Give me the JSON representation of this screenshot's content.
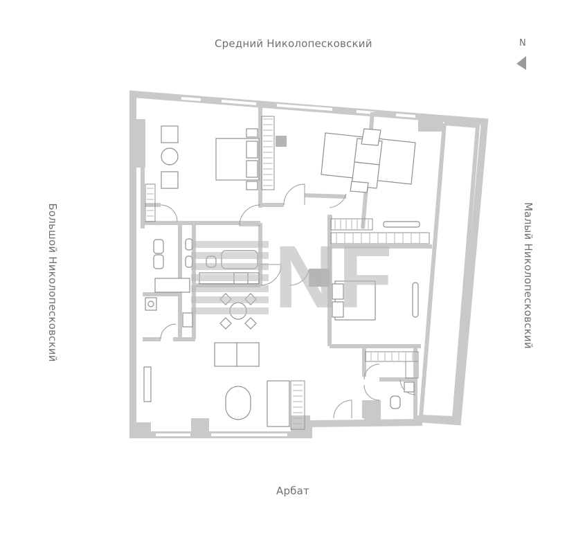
{
  "streets": {
    "top": "Средний Николопесковский",
    "bottom": "Арбат",
    "left": "Большой Николопесковский",
    "right": "Малый Николопесковский"
  },
  "compass": {
    "label": "N"
  },
  "watermark": {
    "text": "NF"
  },
  "colors": {
    "wall": "#c9c9c9",
    "wall_dark": "#b5b5b5",
    "line": "#9a9a9a",
    "furniture": "#8f8f8f",
    "watermark": "#b9b9b9",
    "text": "#6f6f6f"
  }
}
